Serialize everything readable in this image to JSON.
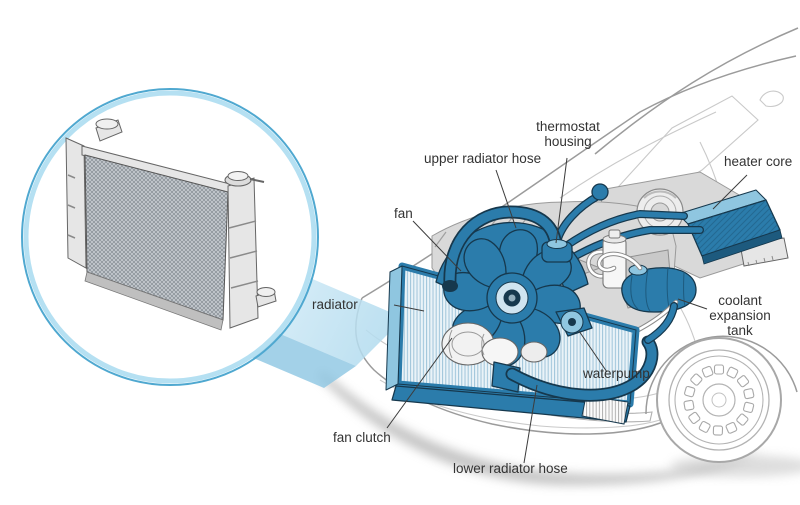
{
  "diagram": {
    "labels": {
      "upper_radiator_hose": "upper radiator hose",
      "thermostat_housing": "thermostat housing",
      "heater_core": "heater core",
      "fan": "fan",
      "radiator": "radiator",
      "coolant_expansion_tank": "coolant expansion tank",
      "waterpump": "waterpump",
      "fan_clutch": "fan clutch",
      "lower_radiator_hose": "lower radiator hose"
    },
    "colors": {
      "system_blue": "#2b7cab",
      "system_blue_light": "#8fc6e0",
      "system_outline": "#16384d",
      "beam_blue": "#a9d7ec",
      "inset_ring_blue": "#4fa8d0",
      "inset_ring_light": "#b5e0f2",
      "car_outline_gray": "#9b9b9b",
      "label_text": "#333333"
    }
  }
}
